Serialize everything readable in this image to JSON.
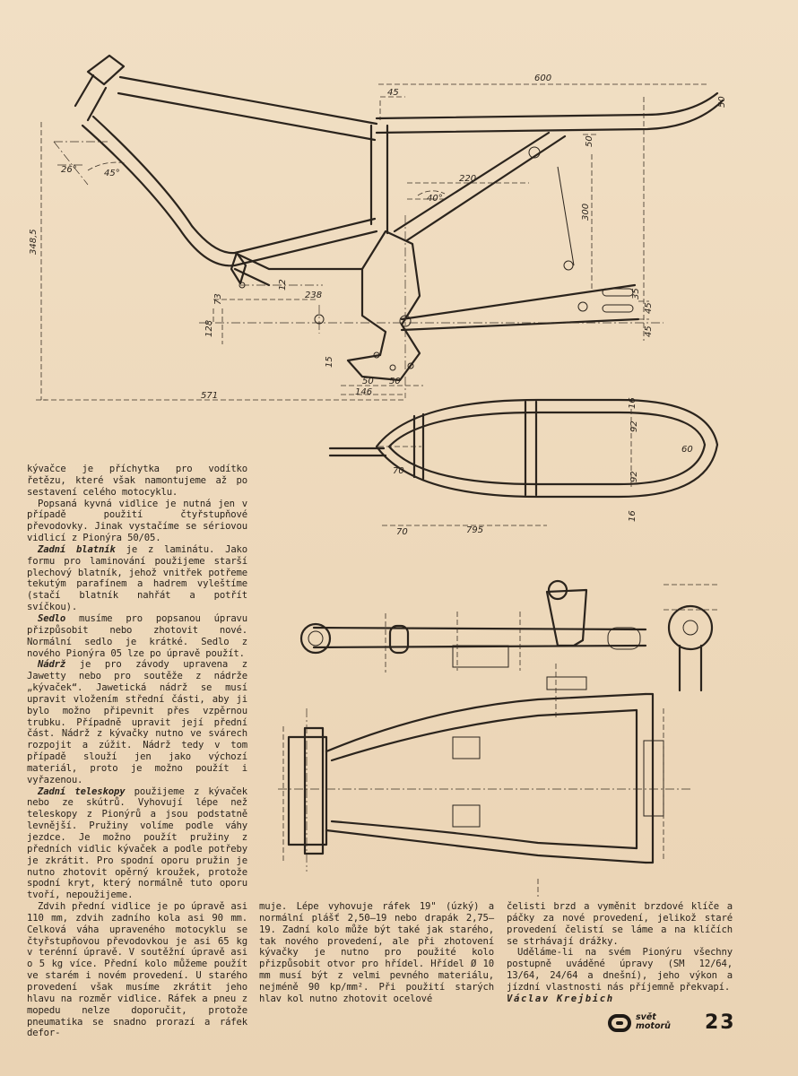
{
  "column_left": {
    "paragraphs": [
      {
        "italic": "",
        "text": "kývačce je příchytka pro vodítko řetězu, které však namontujeme až po sestavení celého motocyklu.",
        "indent": false
      },
      {
        "italic": "",
        "text": "Popsaná kyvná vidlice je nutná jen v případě použití čtyřstupňové převodovky. Jinak vystačíme se sériovou vidlicí z Pionýra 50/05.",
        "indent": true
      },
      {
        "italic": "Zadní blatník",
        "text": " je z laminátu. Jako formu pro laminování použijeme starší plechový blatník, jehož vnitřek potřeme tekutým parafínem a hadrem vyleštíme (stačí blatník nahřát a potřít svíčkou).",
        "indent": true
      },
      {
        "italic": "Sedlo",
        "text": " musíme pro popsanou úpravu přizpůsobit nebo zhotovit nové. Normální sedlo je krátké. Sedlo z nového Pionýra 05 lze po úpravě použít.",
        "indent": true
      },
      {
        "italic": "Nádrž",
        "text": " je pro závody upravena z Jawetty nebo pro soutěže z nádrže „kývaček“. Jawetická nádrž se musí upravit vložením střední části, aby ji bylo možno připevnit přes vzpěrnou trubku. Případně upravit její přední část. Nádrž z kývačky nutno ve svárech rozpojit a zúžit. Nádrž tedy v tom případě slouží jen jako výchozí materiál, proto je možno použít i vyřazenou.",
        "indent": true
      },
      {
        "italic": "Zadní teleskopy",
        "text": " použijeme z kývaček nebo ze skútrů. Vyhovují lépe než teleskopy z Pionýrů a jsou podstatně levnější. Pružiny volíme podle váhy jezdce. Je možno použít pružiny z předních vidlic kývaček a podle potřeby je zkrátit. Pro spodní oporu pružin je nutno zhotovit opěrný kroužek, protože spodní kryt, který normálně tuto oporu tvoří, nepoužijeme.",
        "indent": true
      },
      {
        "italic": "",
        "text": "Zdvih přední vidlice je po úpravě asi 110 mm, zdvih zadního kola asi 90 mm. Celková váha upraveného motocyklu se čtyřstupňovou převodovkou je asi 65 kg v terénní úpravě. V soutěžní úpravě asi o 5 kg více. Přední kolo můžeme použít ve starém i novém provedení. U starého provedení však musíme zkrátit jeho hlavu na rozměr vidlice. Ráfek a pneu z mopedu nelze doporučit, protože pneumatika se snadno prorazí a ráfek defor-",
        "indent": true
      }
    ]
  },
  "column_mid": {
    "paragraphs": [
      {
        "italic": "",
        "text": "muje. Lépe vyhovuje ráfek 19\" (úzký) a normální plášť 2,50—19 nebo drapák 2,75—19. Zadní kolo může být také jak starého, tak nového provedení, ale při zhotovení kývačky je nutno pro použité kolo přizpůsobit otvor pro hřídel. Hřídel Ø 10 mm musí být z velmi pevného materiálu, nejméně 90 kp/mm². Při použití starých hlav kol nutno zhotovit ocelové",
        "indent": false
      }
    ]
  },
  "column_right": {
    "paragraphs": [
      {
        "italic": "",
        "text": "čelisti brzd a vyměnit brzdové klíče a páčky za nové provedení, jelikož staré provedení čelistí se láme a na klíčích se strhávají drážky.",
        "indent": false
      },
      {
        "italic": "",
        "text": "Uděláme-li na svém Pionýru všechny postupně uváděné úpravy (SM 12/64, 13/64, 24/64 a dnešní), jeho výkon a jízdní vlastnosti nás příjemně překvapí.",
        "indent": true
      }
    ],
    "signature": "Václav Krejbich"
  },
  "frame_dims": {
    "d600": "600",
    "d45": "45",
    "d50a": "50",
    "d50b": "50",
    "d220": "220",
    "d300": "300",
    "d40deg": "40°",
    "d348": "348,5",
    "d26deg": "26°",
    "d45deg": "45°",
    "d238": "238",
    "d73": "73",
    "d128": "128",
    "d12": "12",
    "d45b": "45",
    "d35": "35",
    "d45c": "45",
    "d15": "15",
    "d50c": "50",
    "d50d": "50",
    "d146": "146",
    "d571": "571"
  },
  "plan_dims": {
    "d70a": "70",
    "d92a": "92",
    "d92b": "92",
    "d60": "60",
    "d70b": "70",
    "d795": "795",
    "d16a": "16",
    "d16b": "16"
  },
  "footer": {
    "logo_line1": "svět",
    "logo_line2": "motorů",
    "page_number": "23"
  }
}
